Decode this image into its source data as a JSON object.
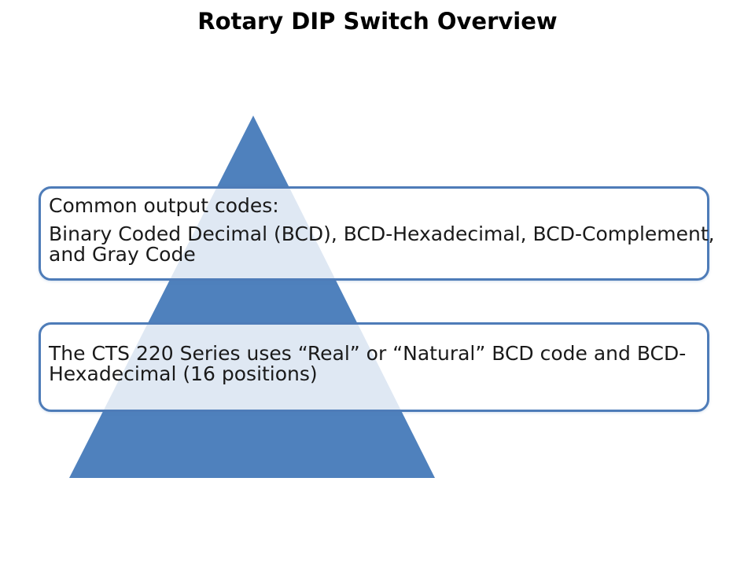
{
  "slide": {
    "title": "Rotary DIP Switch Overview",
    "pyramid": {
      "shape": "triangle",
      "fill_color": "#4F81BD"
    },
    "colors": {
      "background": "#FFFFFF",
      "triangle_fill": "#4F81BD",
      "triangle_through_box": "#E0E9F4",
      "box_border": "#4E7CB8",
      "box_fill": "rgba(255,255,255,0.82)",
      "title_text": "#000000",
      "body_text": "#1A1A1A"
    },
    "boxes": [
      {
        "name": "common-output-codes",
        "paragraphs": [
          {
            "lines": [
              "Common output codes:"
            ]
          },
          {
            "lines": [
              "Binary Coded Decimal (BCD), BCD-Hexadecimal, BCD-Complement,",
              "and Gray Code"
            ]
          }
        ]
      },
      {
        "name": "cts-220-series",
        "paragraphs": [
          {
            "lines": [
              "The CTS 220 Series uses “Real” or “Natural” BCD code and BCD-",
              "Hexadecimal (16 positions)"
            ]
          }
        ]
      }
    ]
  }
}
